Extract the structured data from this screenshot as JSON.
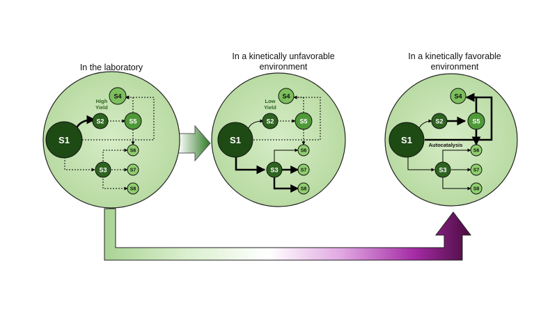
{
  "panels": [
    {
      "title": "In the laboratory",
      "nodes": {
        "s1": "S1",
        "s2": "S2",
        "s3": "S3",
        "s4": "S4",
        "s5": "S5",
        "s6": "S6",
        "s7": "S7",
        "s8": "S8"
      },
      "annotation": "High\nYield"
    },
    {
      "title": "In a kinetically unfavorable\nenvironment",
      "nodes": {
        "s1": "S1",
        "s2": "S2",
        "s3": "S3",
        "s4": "S4",
        "s5": "S5",
        "s6": "S6",
        "s7": "S7",
        "s8": "S8"
      },
      "annotation": "Low\nYield"
    },
    {
      "title": "In a kinetically favorable\nenvironment",
      "nodes": {
        "s1": "S1",
        "s2": "S2",
        "s3": "S3",
        "s4": "S4",
        "s5": "S5",
        "s6": "S6",
        "s7": "S7",
        "s8": "S8"
      },
      "annotation": "Autocatalysis"
    }
  ],
  "colors": {
    "panel_fill": "#c5e2b2",
    "dark_node": "#1e4a14",
    "mid_node": "#3d7a2a",
    "light_node": "#7cbf5c",
    "arrow_purple": "#4a0c40"
  }
}
